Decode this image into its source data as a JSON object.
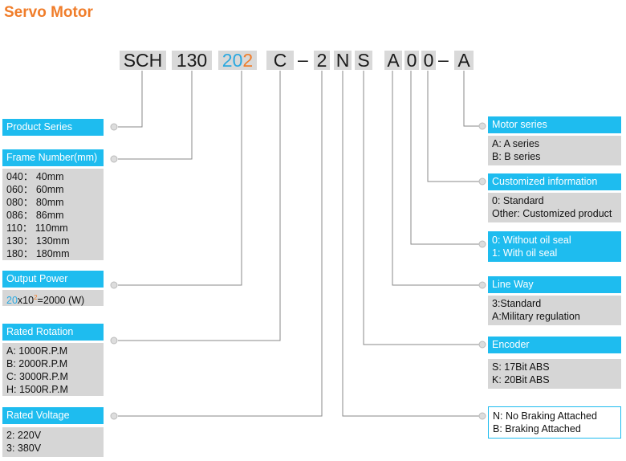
{
  "title": "Servo Motor",
  "code": {
    "sch": "SCH",
    "frame": "130",
    "power_a": "20",
    "power_b": "2",
    "speed": "C",
    "dash1": "–",
    "voltage": "2",
    "brake": "N",
    "encoder": "S",
    "line": "A",
    "seal": "0",
    "custom": "0",
    "dash2": "–",
    "series": "A"
  },
  "left": {
    "product_series": {
      "label": "Product Series"
    },
    "frame_number": {
      "label": "Frame Number(mm)",
      "items": [
        "040： 40mm",
        "060： 60mm",
        "080： 80mm",
        "086： 86mm",
        "110： 110mm",
        "130： 130mm",
        "180： 180mm"
      ]
    },
    "output_power": {
      "label": "Output Power",
      "formula_a": "20",
      "formula_b": "x10",
      "formula_exp": "2",
      "formula_c": "=2000 (W)"
    },
    "rated_speed": {
      "label": "Rated Rotation Speed",
      "items": [
        "A: 1000R.P.M",
        "B: 2000R.P.M",
        "C: 3000R.P.M",
        "H: 1500R.P.M"
      ]
    },
    "rated_voltage": {
      "label": "Rated Voltage",
      "items": [
        "2: 220V",
        "3: 380V"
      ]
    }
  },
  "right": {
    "motor_series": {
      "label": "Motor series",
      "items": [
        "A: A series",
        "B: B series"
      ]
    },
    "customized": {
      "label": "Customized information",
      "items": [
        "0: Standard",
        "Other: Customized product"
      ]
    },
    "oil_seal": {
      "items": [
        "0: Without oil seal",
        "1: With oil seal"
      ]
    },
    "line_way": {
      "label": "Line Way",
      "items": [
        "3:Standard",
        "A:Military regulation"
      ]
    },
    "encoder": {
      "label": "Encoder",
      "items": [
        "S: 17Bit ABS",
        "K: 20Bit ABS"
      ]
    },
    "braking": {
      "items": [
        "N: No Braking Attached",
        "B: Braking Attached"
      ]
    }
  },
  "colors": {
    "accent_blue": "#1ebcef",
    "title_orange": "#f07d2a",
    "box_gray": "#d6d6d6",
    "line_gray": "#888888"
  }
}
